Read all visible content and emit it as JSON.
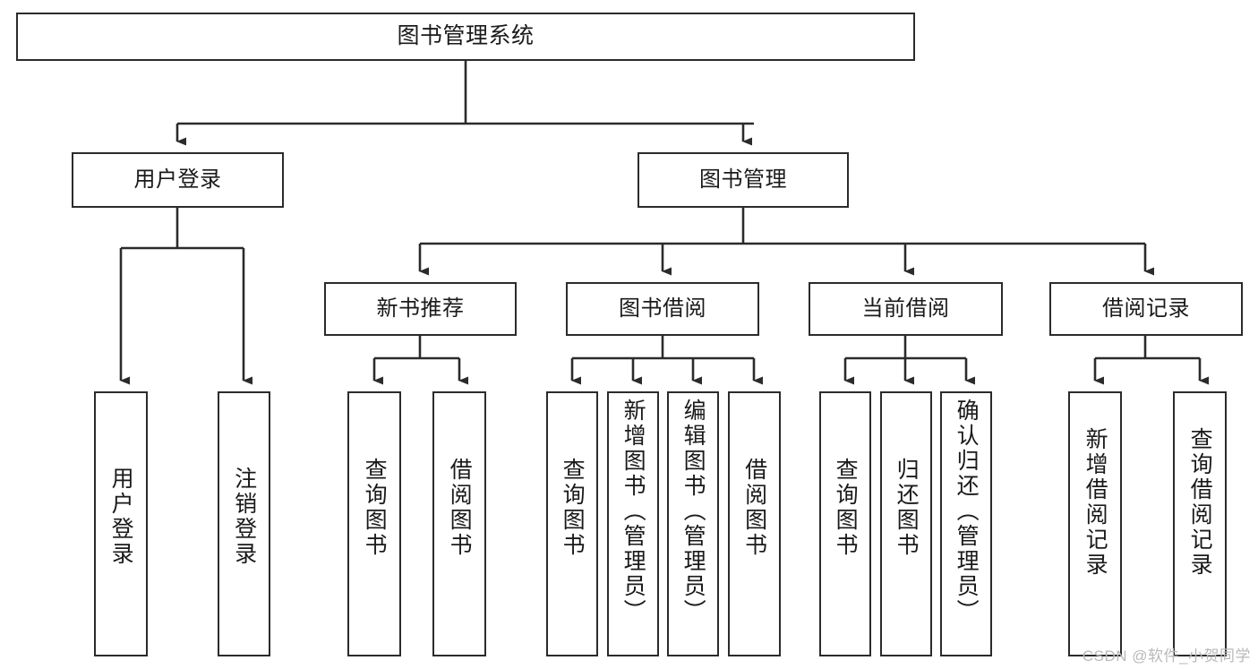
{
  "diagram": {
    "type": "hierarchy-tree",
    "title": "图书管理系统",
    "orientation": "top-down",
    "colors": {
      "node_border": "#2b2b2b",
      "node_fill": "#ffffff",
      "connector": "#2b2b2b",
      "text": "#1a1a1a",
      "watermark": "#b9b9b9"
    },
    "root": {
      "label": "图书管理系统"
    },
    "level2": [
      {
        "label": "用户登录"
      },
      {
        "label": "图书管理"
      }
    ],
    "level3": [
      {
        "label": "新书推荐"
      },
      {
        "label": "图书借阅"
      },
      {
        "label": "当前借阅"
      },
      {
        "label": "借阅记录"
      }
    ],
    "leaves": {
      "user_login": [
        {
          "label": "用户登录"
        },
        {
          "label": "注销登录"
        }
      ],
      "new_book_recommend": [
        {
          "label": "查询图书"
        },
        {
          "label": "借阅图书"
        }
      ],
      "book_borrow": [
        {
          "label": "查询图书"
        },
        {
          "label": "新增图书（管理员）"
        },
        {
          "label": "编辑图书（管理员）"
        },
        {
          "label": "借阅图书"
        }
      ],
      "current_borrow": [
        {
          "label": "查询图书"
        },
        {
          "label": "归还图书"
        },
        {
          "label": "确认归还（管理员）"
        }
      ],
      "borrow_record": [
        {
          "label": "新增借阅记录"
        },
        {
          "label": "查询借阅记录"
        }
      ]
    },
    "watermark": "CSDN @软件_小贺同学"
  }
}
